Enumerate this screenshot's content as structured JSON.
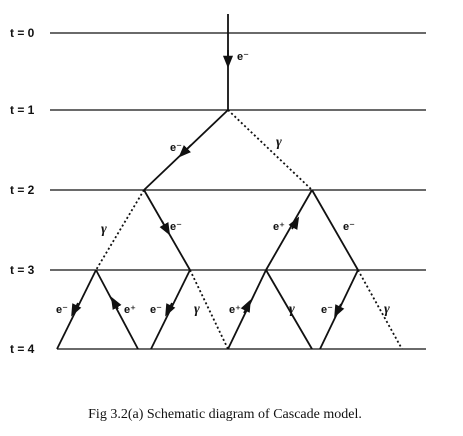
{
  "time_labels": [
    "t = 0",
    "t = 1",
    "t = 2",
    "t = 3",
    "t = 4"
  ],
  "particles": {
    "electron": "e⁻",
    "positron": "e⁺",
    "photon": "γ"
  },
  "caption": "Fig 3.2(a) Schematic diagram of Cascade model."
}
